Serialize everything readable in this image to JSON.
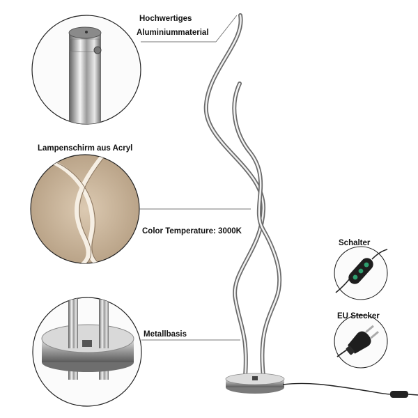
{
  "labels": {
    "material_line1": "Hochwertiges",
    "material_line2": "Aluminiummaterial",
    "lampshade": "Lampenschirm aus Acryl",
    "color_temperature": "Color Temperature: 3000K",
    "base": "Metallbasis",
    "switch": "Schalter",
    "plug": "EU Stecker"
  },
  "colors": {
    "chrome_dark": "#5e5e5e",
    "chrome_light": "#f2f2f2",
    "lampshade_bg": "#c9b59c",
    "circle_border": "#222222",
    "switch_button": "#2e9e6e"
  }
}
